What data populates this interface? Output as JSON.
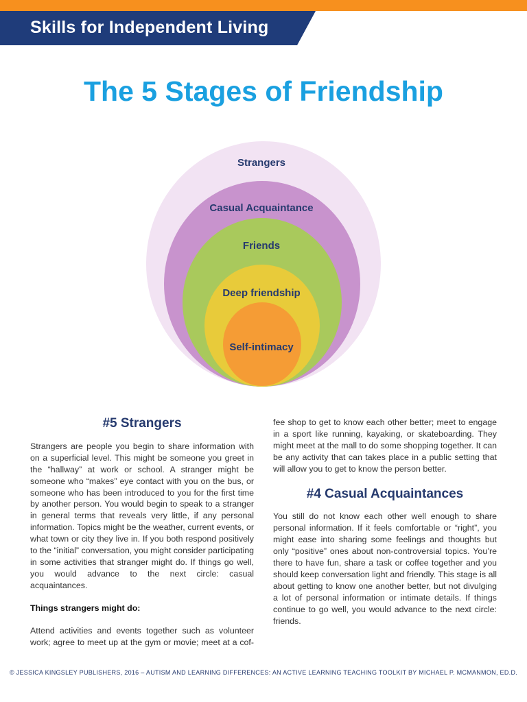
{
  "header": {
    "title": "Skills for Independent Living"
  },
  "page_title": "The 5 Stages of Friendship",
  "diagram": {
    "rings": [
      {
        "label": "Strangers",
        "color": "#f2e3f3"
      },
      {
        "label": "Casual Acquaintance",
        "color": "#c893cd"
      },
      {
        "label": "Friends",
        "color": "#a9c95c"
      },
      {
        "label": "Deep friendship",
        "color": "#e8cb3a"
      },
      {
        "label": "Self-intimacy",
        "color": "#f59c35"
      }
    ]
  },
  "sections": {
    "strangers": {
      "heading": "#5 Strangers",
      "body": "Strangers are people you begin to share information with on a superficial level. This might be someone you greet in the “hallway” at work or school. A stranger might be someone who “makes” eye contact with you on the bus, or someone who has been introduced to you for the first time by another person. You would begin to speak to a stranger in general terms that reveals very little, if any personal information. Topics might be the weather, current events, or what town or city they live in. If you both respond positively to the “initial” conversation, you might consider participating in some activities that stranger might do. If things go well, you would advance to the next circle: casual acquaintances.",
      "subheading": "Things strangers might do:",
      "activities": "Attend activities and events together such as volunteer work; agree to meet up at the gym or movie; meet at a cof­fee shop to get to know each other better; meet to engage in a sport like running, kayaking, or skateboarding. They might meet at the mall to do some shopping together. It can be any activity that can takes place in a public setting that will allow you to get to know the person better."
    },
    "acquaintances": {
      "heading": "#4 Casual Acquaintances",
      "body": "You still do not know each other well enough to share personal information. If it feels comfortable or “right”, you might ease into sharing some feelings and thoughts but only “positive” ones about non-controversial topics. You’re there to have fun, share a task or coffee together and you should keep conversation light and friendly. This stage is all about getting to know one another better, but not di­vulging a lot of personal information or intimate details. If things continue to go well, you would advance to the next circle: friends."
    }
  },
  "footer": "© JESSICA KINGSLEY PUBLISHERS, 2016 – AUTISM AND LEARNING DIFFERENCES: AN ACTIVE LEARNING TEACHING TOOLKIT BY MICHAEL P. MCMANMON, ED.D.",
  "colors": {
    "orange_bar": "#f7901e",
    "header_band": "#1f3c7a",
    "title_blue": "#1aa0e0",
    "heading_navy": "#263a6e"
  }
}
